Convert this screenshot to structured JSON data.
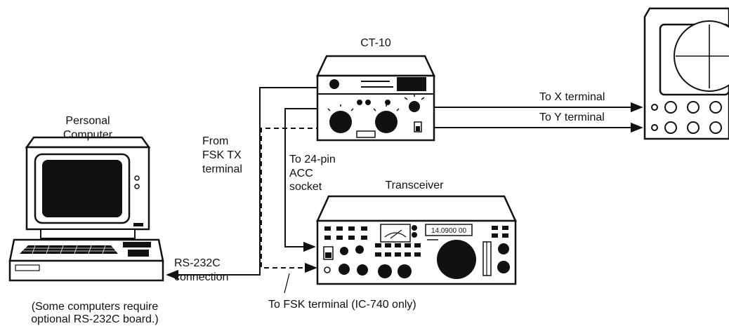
{
  "devices": {
    "ct10": {
      "label": "CT-10"
    },
    "computer": {
      "label_line1": "Personal",
      "label_line2": "Computer"
    },
    "transceiver": {
      "label": "Transceiver",
      "display": "14.0900 00"
    }
  },
  "labels": {
    "from_fsk_1": "From",
    "from_fsk_2": "FSK TX",
    "from_fsk_3": "terminal",
    "acc_1": "To 24-pin",
    "acc_2": "ACC",
    "acc_3": "socket",
    "x_terminal": "To X terminal",
    "y_terminal": "To Y terminal",
    "rs232_1": "RS-232C",
    "rs232_2": "connection",
    "fsk_terminal": "To FSK terminal (IC-740 only)",
    "note_1": "(Some computers require",
    "note_2": "optional RS-232C board.)"
  }
}
